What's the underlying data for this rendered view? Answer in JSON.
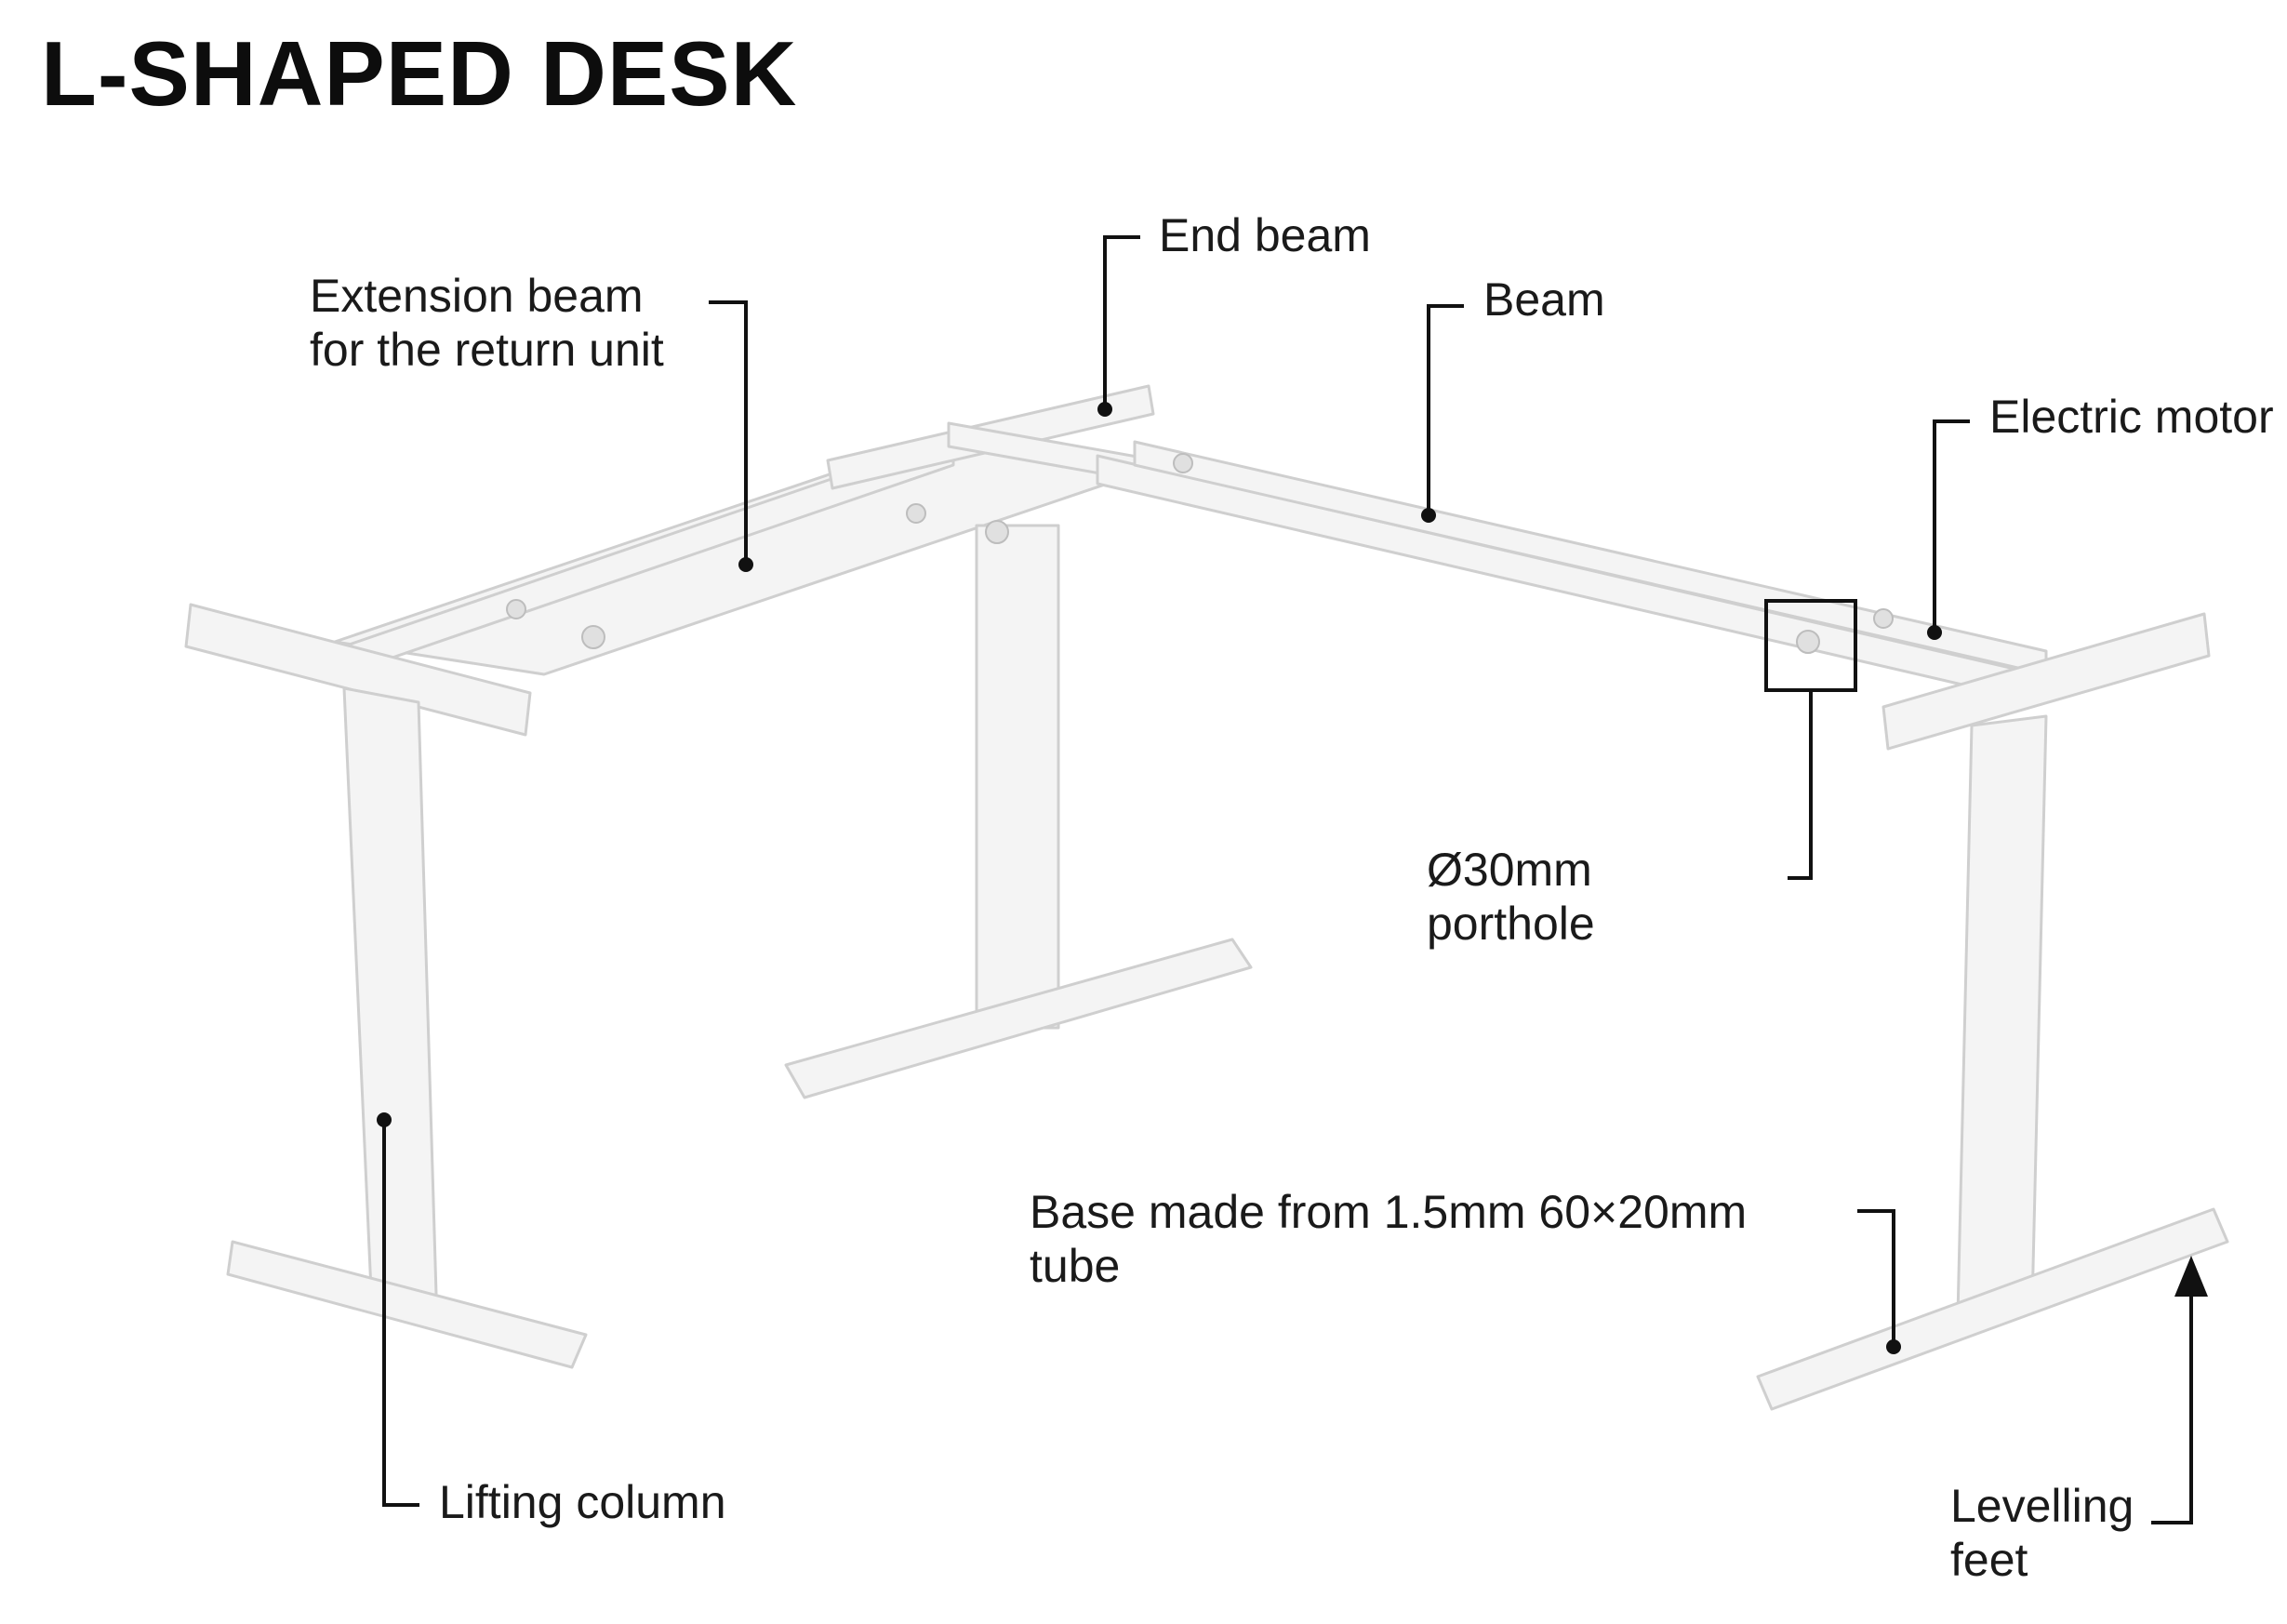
{
  "title": "L-SHAPED DESK",
  "callouts": {
    "extension_beam": {
      "line1": "Extension beam",
      "line2": "for the return unit"
    },
    "end_beam": "End beam",
    "beam": "Beam",
    "electric_motor": "Electric motor",
    "porthole": {
      "line1": "Ø30mm",
      "line2": "porthole"
    },
    "base": {
      "line1": "Base made from 1.5mm 60×20mm",
      "line2": "tube"
    },
    "lifting_column": "Lifting column",
    "levelling_feet": {
      "line1": "Levelling",
      "line2": "feet"
    }
  },
  "colors": {
    "frame_fill": "#f3f3f3",
    "frame_stroke": "#c9c9c9",
    "leader": "#111111"
  }
}
